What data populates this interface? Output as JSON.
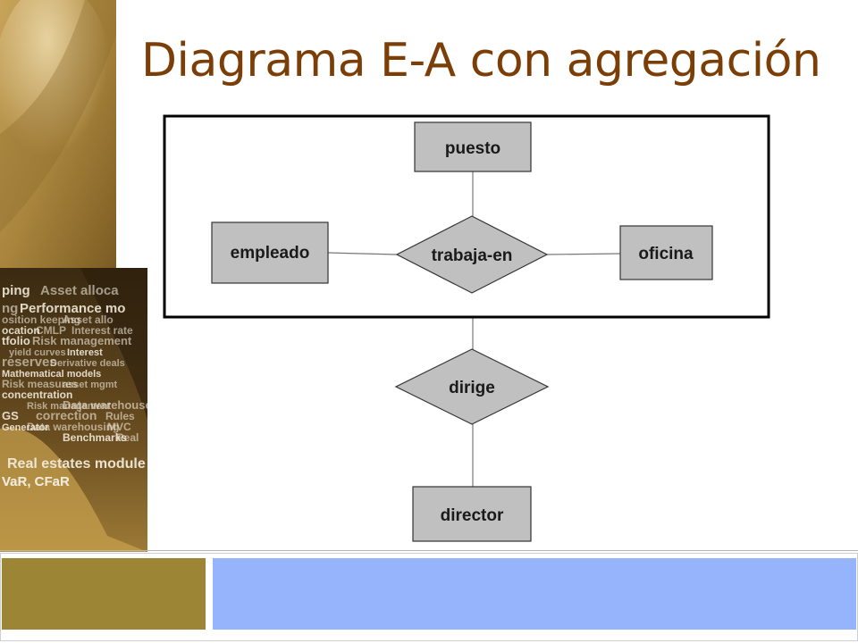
{
  "slide": {
    "title": "Diagrama E-A con agregación"
  },
  "background_words": [
    "ping",
    "Asset alloca",
    "ng",
    "Performance mo",
    "osition keeping",
    "Asset allo",
    "ocation",
    "CMLP",
    "Interest rate",
    "tfolio",
    "Risk management",
    "yield curves",
    "Interest",
    "reserves",
    "Derivative deals",
    "Mathematical models",
    "Risk measures",
    "asset mgmt",
    "concentration",
    "Risk management",
    "Data warehouse",
    "GS",
    "correction",
    "Rules",
    "Generator",
    "Data warehousing",
    "MVC",
    "Benchmarks",
    "Real",
    "Real estates module",
    "VaR, CFaR",
    "VaR, CFaR"
  ],
  "diagram": {
    "aggregation_box": {
      "label": ""
    },
    "entities": {
      "puesto": "puesto",
      "empleado": "empleado",
      "oficina": "oficina",
      "director": "director"
    },
    "relationships": {
      "trabaja_en": "trabaja-en",
      "dirige": "dirige"
    }
  },
  "colors": {
    "title": "#7a3e06",
    "entity_fill": "#c0c0c0",
    "footer_olive": "#9c8636",
    "footer_blue": "#95b4fb"
  }
}
